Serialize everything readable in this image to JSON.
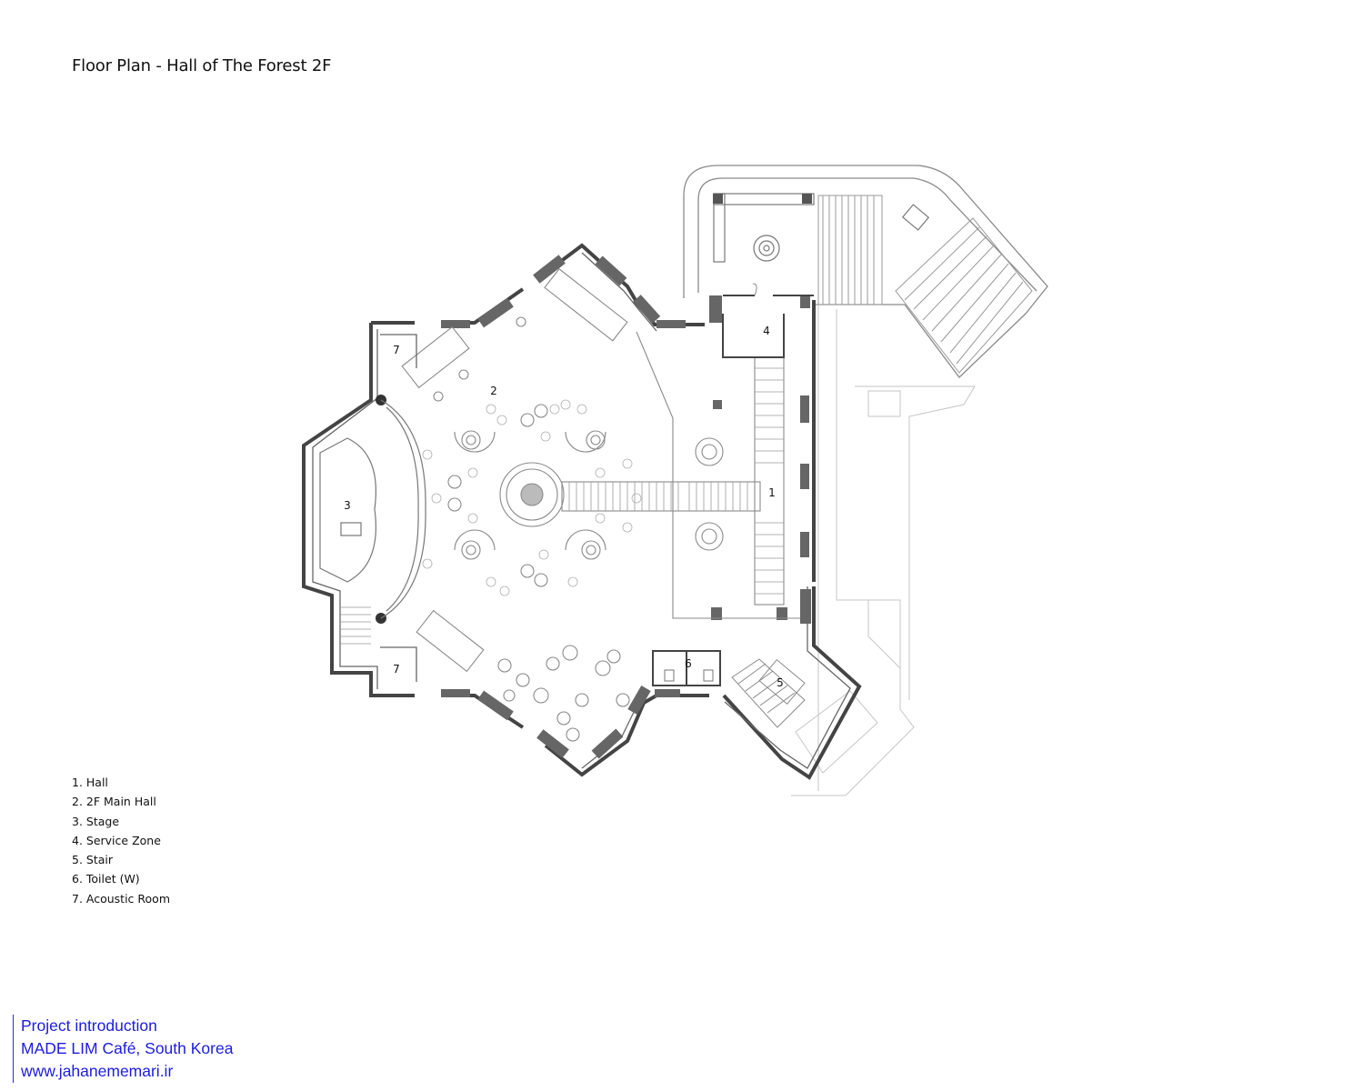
{
  "title": "Floor Plan - Hall of The Forest 2F",
  "room_labels": {
    "hall": "1",
    "main_hall": "2",
    "stage": "3",
    "service_zone": "4",
    "stair": "5",
    "toilet": "6",
    "acoustic_room_upper": "7",
    "acoustic_room_lower": "7"
  },
  "legend": [
    "1. Hall",
    "2. 2F Main Hall",
    "3. Stage",
    "4. Service Zone",
    "5. Stair",
    "6. Toilet (W)",
    "7. Acoustic Room"
  ],
  "credit": {
    "line1": "Project introduction",
    "line2": "MADE LIM Café, South Korea",
    "line3": "www.jahanememari.ir",
    "color": "#1c1ce0"
  },
  "colors": {
    "wall": "#444444",
    "line": "#8a8a8a",
    "column": "#555555"
  }
}
